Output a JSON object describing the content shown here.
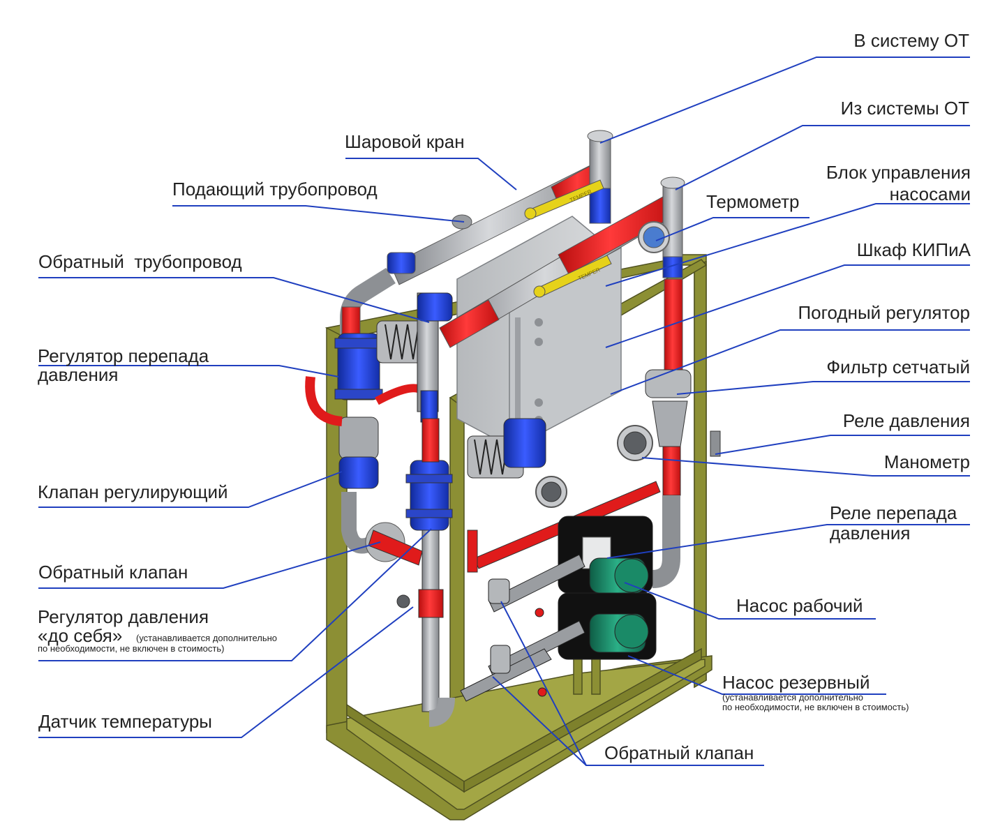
{
  "colors": {
    "leader": "#1f3fbf",
    "frame": "#8c8f34",
    "hot_pipe": "#e01b1b",
    "pipe": "#a9acb0",
    "valve": "#1f3cc8",
    "cabinet": "#c9cbcd",
    "pump_body": "#1c8a6a",
    "motor": "#111111",
    "handle": "#e6d21a"
  },
  "labels": {
    "to_heating": "В систему ОТ",
    "from_heating": "Из системы ОТ",
    "ball_valve": "Шаровой кран",
    "pump_control_line1": "Блок управления",
    "pump_control_line2": "насосами",
    "supply_pipe": "Подающий трубопровод",
    "thermometer": "Термометр",
    "return_pipe": "Обратный  трубопровод",
    "kip_cabinet": "Шкаф КИПиА",
    "weather_regulator": "Погодный регулятор",
    "diff_regulator_line1": "Регулятор перепада",
    "diff_regulator_line2": "давления",
    "mesh_filter": "Фильтр сетчатый",
    "pressure_relay": "Реле давления",
    "manometer": "Манометр",
    "control_valve": "Клапан регулирующий",
    "diff_relay_line1": "Реле перепада",
    "diff_relay_line2": "давления",
    "check_valve_left": "Обратный клапан",
    "working_pump": "Насос рабочий",
    "upstream_regulator_line1": "Регулятор давления",
    "upstream_regulator_line2": "«до себя»",
    "upstream_regulator_note_a": "(устанавливается дополнительно",
    "upstream_regulator_note_b": "по необходимости, не включен в стоимость)",
    "reserve_pump": "Насос резервный",
    "reserve_pump_note_a": "(устанавливается дополнительно",
    "reserve_pump_note_b": "по необходимости, не включен в стоимость)",
    "temp_sensor": "Датчик температуры",
    "check_valve_bottom": "Обратный клапан",
    "brand_text": "TEMPER"
  }
}
